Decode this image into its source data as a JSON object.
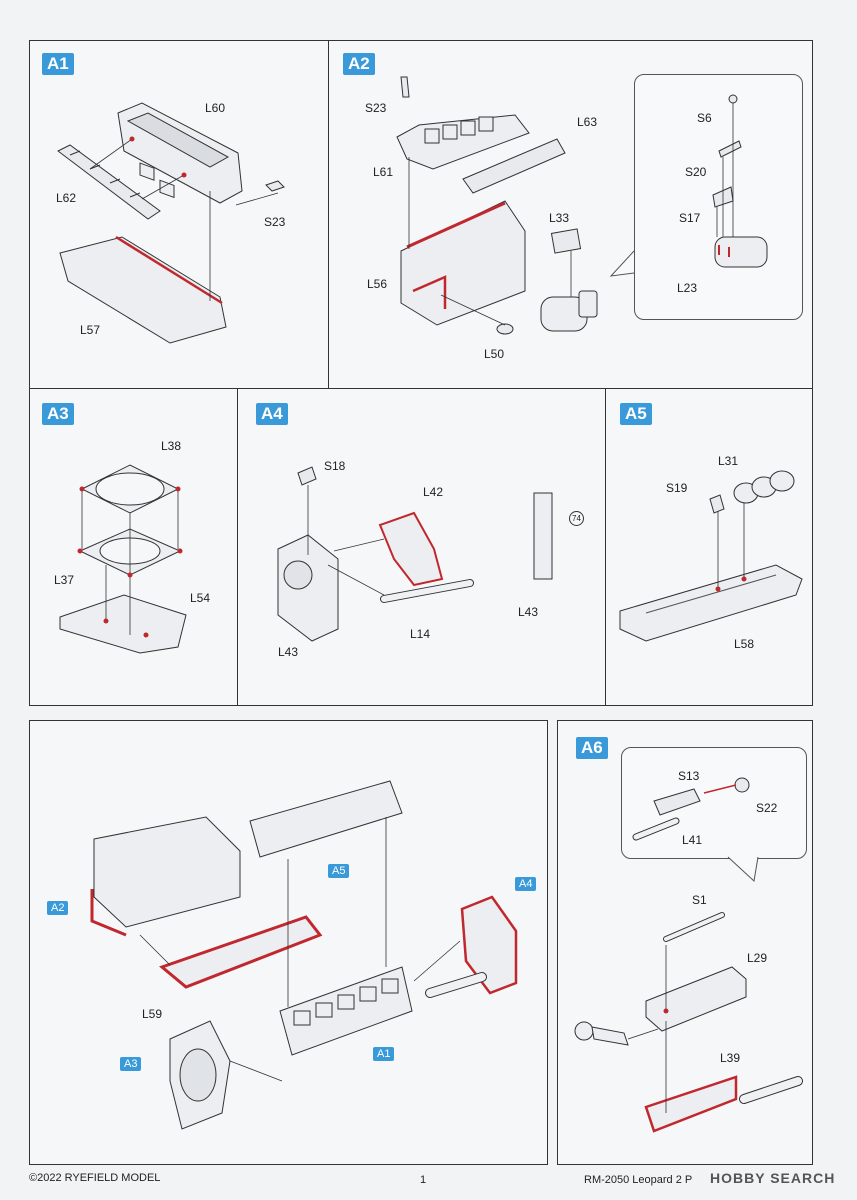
{
  "panels": {
    "a1": {
      "tag": "A1",
      "labels": {
        "l60": "L60",
        "l62": "L62",
        "s23": "S23",
        "l57": "L57"
      }
    },
    "a2": {
      "tag": "A2",
      "labels": {
        "s23": "S23",
        "l63": "L63",
        "l61": "L61",
        "l33": "L33",
        "l56": "L56",
        "l50": "L50",
        "s6": "S6",
        "s20": "S20",
        "s17": "S17",
        "l23": "L23"
      }
    },
    "a3": {
      "tag": "A3",
      "labels": {
        "l38": "L38",
        "l37": "L37",
        "l54": "L54"
      }
    },
    "a4": {
      "tag": "A4",
      "labels": {
        "s18": "S18",
        "l42": "L42",
        "l43a": "L43",
        "l14": "L14",
        "l43b": "L43",
        "circled": "74"
      }
    },
    "a5": {
      "tag": "A5",
      "labels": {
        "l31": "L31",
        "s19": "S19",
        "l58": "L58"
      }
    },
    "assembly": {
      "labels": {
        "l59": "L59"
      },
      "mini_tags": {
        "a2": "A2",
        "a5": "A5",
        "a4": "A4",
        "a3": "A3",
        "a1": "A1"
      }
    },
    "a6": {
      "tag": "A6",
      "labels": {
        "s13": "S13",
        "s22": "S22",
        "l41": "L41",
        "s1": "S1",
        "l29": "L29",
        "l39": "L39"
      }
    }
  },
  "footer": {
    "copyright": "©2022 RYEFIELD MODEL",
    "page": "1",
    "product": "RM-2050 Leopard 2 P",
    "watermark": "HOBBY SEARCH"
  },
  "colors": {
    "accent_tag": "#3a9ad9",
    "part_red": "#c0282e",
    "line": "#333333"
  }
}
